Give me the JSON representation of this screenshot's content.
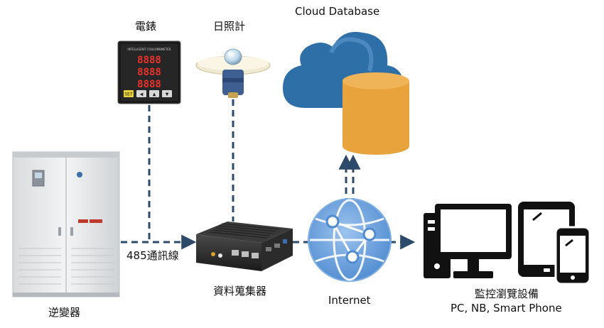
{
  "labels": {
    "power_meter": "電錶",
    "pyranometer": "日照計",
    "cloud_database": "Cloud Database",
    "inverter": "逆變器",
    "comm_line": "485通訊線",
    "data_collector": "資料蒐集器",
    "internet": "Internet",
    "monitor_title": "監控瀏覽設備",
    "monitor_devices": "PC, NB, Smart Phone"
  },
  "meter_display": {
    "brand": "INTELLIGENT COULOMBMETER",
    "rows": [
      "8888",
      "8888",
      "8888"
    ],
    "button_labels": [
      "SET",
      "◀",
      "▲",
      "▼"
    ]
  },
  "colors": {
    "connector": "#2e4a6b",
    "cloud": "#2f6fa7",
    "cloud_light": "#4b88bf",
    "database": "#e8a33d",
    "database_top": "#f0b458",
    "globe": "#6fa3dd",
    "devices": "#111111",
    "meter_body": "#1b1b1b",
    "meter_digits": "#e8322b"
  },
  "icons": {
    "power_meter": "power-meter-icon",
    "pyranometer": "pyranometer-icon",
    "cloud_database": "cloud-database-icon",
    "inverter": "inverter-cabinet-icon",
    "data_collector": "data-collector-icon",
    "internet": "internet-globe-icon",
    "monitor": "desktop-tablet-phone-icon"
  }
}
